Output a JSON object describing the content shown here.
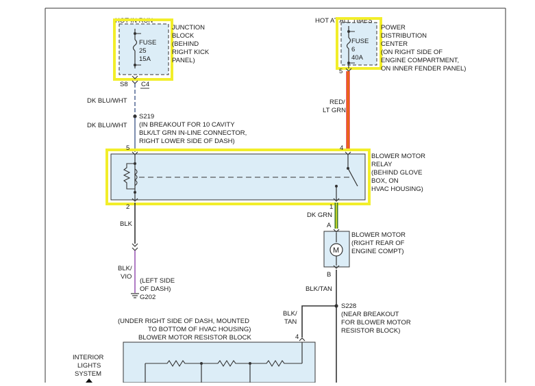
{
  "colors": {
    "highlight": "#f2ee2a",
    "component_fill": "#dcedf7",
    "wire": "#333333",
    "wire_dk_blu": "#5b6f9a",
    "wire_red": "#e0221b",
    "wire_red_stripe": "#f2a21a",
    "wire_dk_grn": "#3d7a2a",
    "wire_dk_grn_stripe": "#f2ee2a",
    "wire_vio": "#9b59b6"
  },
  "junction_block": {
    "header": "HOT IN RUN",
    "title_lines": [
      "JUNCTION",
      "BLOCK",
      "(BEHIND",
      "RIGHT KICK",
      "PANEL)"
    ],
    "fuse_lines": [
      "FUSE",
      "25",
      "15A"
    ],
    "pin_left": "S8",
    "pin_right": "C4"
  },
  "pdc": {
    "header": "HOT AT ALL TIMES",
    "title_lines": [
      "POWER",
      "DISTRIBUTION",
      "CENTER",
      "(ON RIGHT SIDE OF",
      "ENGINE COMPARTMENT,",
      "ON INNER FENDER PANEL)"
    ],
    "fuse_lines": [
      "FUSE",
      "6",
      "40A"
    ],
    "pin": "5"
  },
  "wires": {
    "dk_blu_wht_1": "DK BLU/WHT",
    "dk_blu_wht_2": "DK BLU/WHT",
    "red_lt_grn": [
      "RED/",
      "LT GRN"
    ],
    "blk": "BLK",
    "blk_vio": [
      "BLK/",
      "VIO"
    ],
    "dk_grn": "DK GRN",
    "blk_tan_1": "BLK/TAN",
    "blk_tan_2": [
      "BLK/",
      "TAN"
    ]
  },
  "splice_s219": {
    "label": "S219",
    "note_lines": [
      "(IN BREAKOUT FOR 10 CAVITY",
      "BLK/LT GRN IN-LINE CONNECTOR,",
      "RIGHT LOWER SIDE OF DASH)"
    ]
  },
  "relay": {
    "title_lines": [
      "BLOWER MOTOR",
      "RELAY",
      "(BEHIND GLOVE",
      "BOX, ON",
      "HVAC HOUSING)"
    ],
    "pin_5": "5",
    "pin_4": "4",
    "pin_2": "2",
    "pin_1": "1"
  },
  "blower_motor": {
    "title_lines": [
      "BLOWER MOTOR",
      "(RIGHT REAR OF",
      "ENGINE COMPT)"
    ],
    "symbol": "M",
    "pin_a": "A",
    "pin_b": "B"
  },
  "ground": {
    "note_lines": [
      "(LEFT SIDE",
      "OF DASH)"
    ],
    "label": "G202"
  },
  "splice_s228": {
    "label": "S228",
    "note_lines": [
      "(NEAR BREAKOUT",
      "FOR BLOWER MOTOR",
      "RESISTOR BLOCK)"
    ]
  },
  "resistor_block": {
    "note_lines": [
      "(UNDER RIGHT SIDE OF DASH, MOUNTED",
      "TO BOTTOM OF HVAC HOUSING)"
    ],
    "title": "BLOWER MOTOR RESISTOR BLOCK",
    "pin_4": "4"
  },
  "interior_lights": {
    "lines": [
      "INTERIOR",
      "LIGHTS",
      "SYSTEM"
    ]
  }
}
